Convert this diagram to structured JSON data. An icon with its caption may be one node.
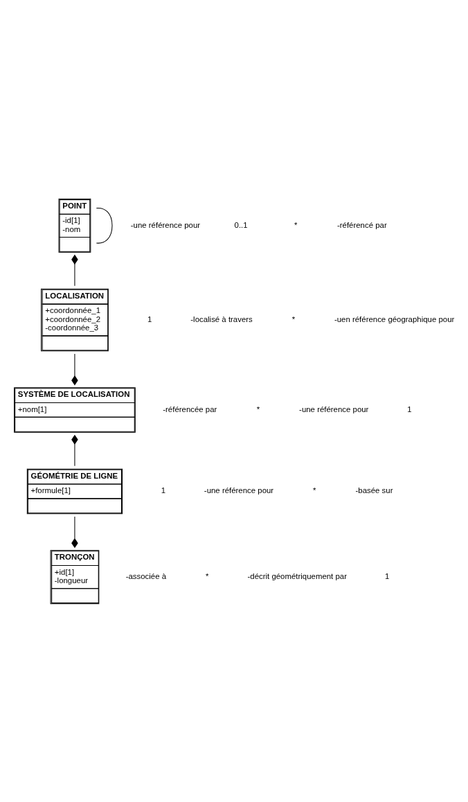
{
  "diagram": {
    "nodes": [
      {
        "text": [
          "POINT",
          "-id[1]",
          "-nom"
        ]
      },
      {
        "text": [
          "LOCALISATION",
          "+coordonnée_1",
          "+coordonnée_2",
          "-coordonnée_3"
        ]
      },
      {
        "text": [
          "SYSTÈME DE LOCALISATION",
          "+nom[1]"
        ]
      },
      {
        "text": [
          "GÉOMÉTRIE DE LIGNE",
          "+formule[1]"
        ]
      },
      {
        "text": [
          "TRONÇON",
          "+id[1]",
          "-longueur"
        ]
      }
    ],
    "edges": [
      {
        "from": 0,
        "to": 0,
        "arrow": "none"
      },
      {
        "from": 1,
        "to": 0,
        "arrow": "other"
      },
      {
        "from": 1,
        "to": 2,
        "arrow": "other"
      },
      {
        "from": 3,
        "to": 2,
        "arrow": "other"
      },
      {
        "from": 3,
        "to": 4,
        "arrow": "other"
      }
    ],
    "labels": [
      "-une référence pour",
      "0..1",
      "*",
      "-référencé par",
      "1",
      "-localisé à travers",
      "*",
      "-uen référence géographique pour",
      "-référencée par",
      "*",
      "-une référence pour",
      "1",
      "1",
      "-une référence pour",
      "*",
      "-basée sur",
      "-associée à",
      "*",
      "-décrit géométriquement par",
      "1"
    ]
  }
}
